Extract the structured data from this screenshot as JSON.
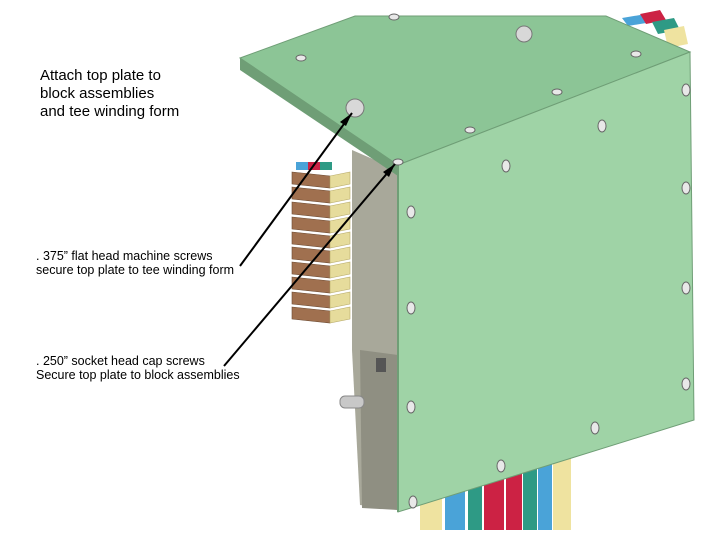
{
  "title": "Attach top plate to\nblock assemblies\nand tee winding form",
  "callouts": [
    {
      "text": ". 375” flat head machine screws\nsecure top plate to tee winding form"
    },
    {
      "text": ". 250” socket head cap screws\nSecure top plate to block assemblies"
    }
  ],
  "colors": {
    "plate_face": "#9fd3a6",
    "plate_top": "#8cc596",
    "plate_edge": "#6f9e76",
    "copper": "#a0704f",
    "insulation": "#e6dc9c",
    "gray_body": "#a8a89a",
    "conductor_blue": "#4aa3d8",
    "conductor_red": "#cc2244",
    "conductor_teal": "#2e9a85",
    "conductor_cream": "#efe3a0"
  }
}
